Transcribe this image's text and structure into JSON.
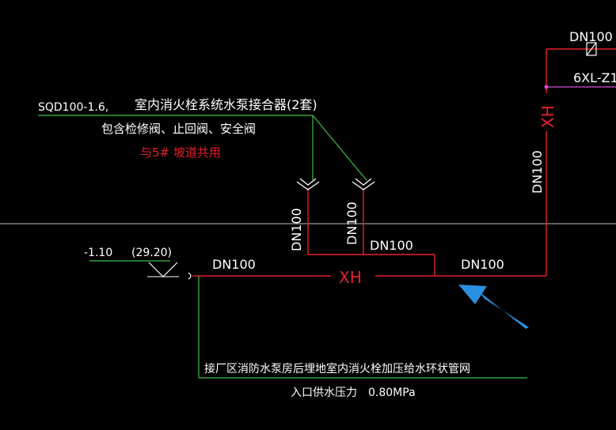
{
  "colors": {
    "background": "#000000",
    "pipe_red": "#e8202a",
    "leader_green": "#3fbf3f",
    "text_white": "#ffffff",
    "text_red": "#e8202a",
    "ref_line_gray": "#bfbfbf",
    "pipe_magenta": "#d24fd2",
    "arrow_blue": "#2a8fe0"
  },
  "labels": {
    "dn100_top_right": "DN100",
    "label_6xl": "6XL-Z1",
    "xh_vertical": "XH",
    "dn100_vertical_right": "DN100",
    "sqd_model": "SQD100-1.6,",
    "adapter_title": "室内消火栓系统水泵接合器(2套)",
    "adapter_includes": "包含检修阀、止回阀、安全阀",
    "shared_note": "与5# 坡道共用",
    "dn100_branch_left": "DN100",
    "dn100_branch_right": "DN100",
    "dn100_mid": "DN100",
    "elevation": "-1.10",
    "elevation_abs": "(29.20)",
    "dn100_main_left": "DN100",
    "xh_main": "XH",
    "dn100_main_right": "DN100",
    "connect_note": "接厂区消防水泵房后埋地室内消火栓加压给水环状管网",
    "pressure_note": "入口供水压力　0.80MPa"
  },
  "icons": {
    "arrow": "blue-pointer-arrow",
    "valve": "check-valve-symbol",
    "adapter": "pump-adapter-symbol",
    "elevation": "elevation-triangle"
  }
}
